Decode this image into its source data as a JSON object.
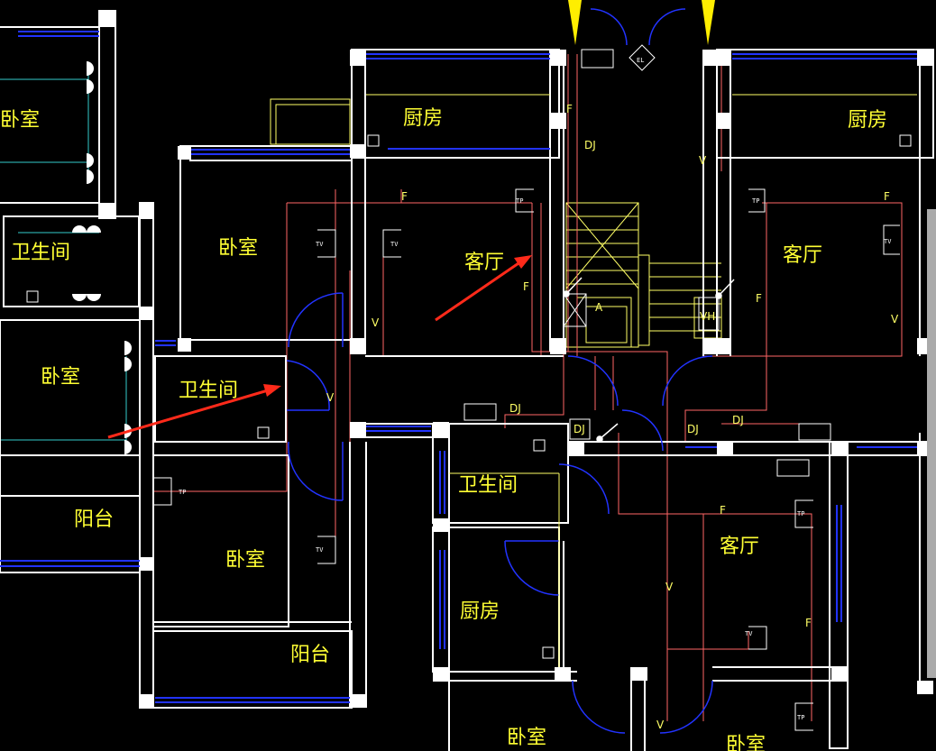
{
  "colors": {
    "background": "#000000",
    "wall": "#ffffff",
    "window": "#2233ff",
    "door": "#2233ff",
    "wiring": "#ff6666",
    "room_label": "#ffff33",
    "stair": "#ffff66",
    "gas_line": "#33cccc",
    "arrow": "#ff2a1a",
    "north_arrow": "#ffee00"
  },
  "rooms": {
    "bedroom_nw": "卧室",
    "bathroom_w": "卫生间",
    "bedroom_w": "卧室",
    "balcony_w": "阳台",
    "bedroom_c": "卧室",
    "bathroom_c": "卫生间",
    "bedroom_sc": "卧室",
    "balcony_sc": "阳台",
    "kitchen_n": "厨房",
    "living_n": "客厅",
    "kitchen_ne": "厨房",
    "living_e": "客厅",
    "bathroom_s": "卫生间",
    "kitchen_s": "厨房",
    "living_s": "客厅",
    "bedroom_s": "卧室",
    "bedroom_se": "卧室"
  },
  "tags": {
    "f": "F",
    "dj": "DJ",
    "v": "V",
    "vh": "VH",
    "tp": "TP",
    "tv": "TV",
    "el": "EL",
    "a": "A"
  }
}
